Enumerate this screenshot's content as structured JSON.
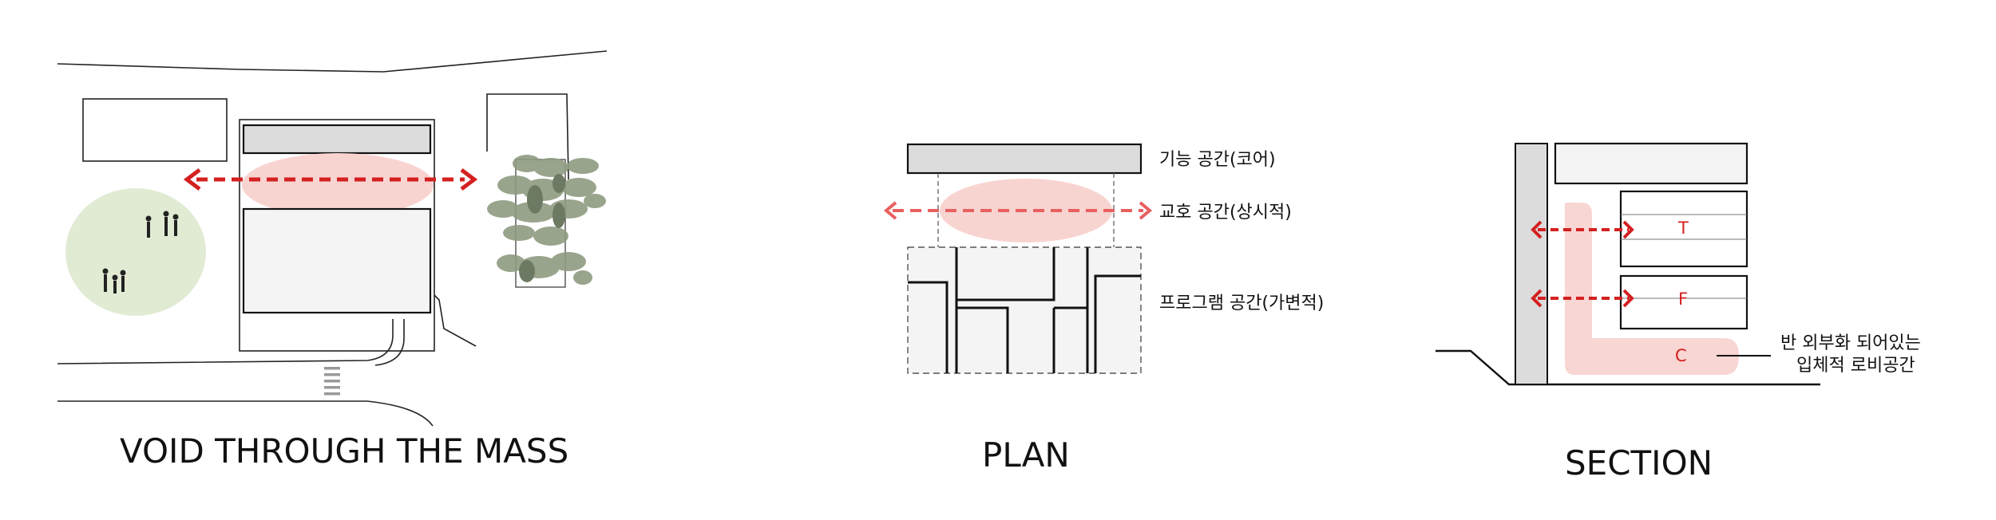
{
  "captions": {
    "void": "VOID THROUGH THE MASS",
    "plan": "PLAN",
    "section": "SECTION"
  },
  "plan_labels": {
    "function": "기능 공간(코어)",
    "exchange": "교호 공간(상시적)",
    "program": "프로그램 공간(가변적)"
  },
  "section_labels": {
    "unit_t": "T",
    "unit_f": "F",
    "unit_c": "C",
    "lobby_line1": "반 외부화 되어있는",
    "lobby_line2": "입체적 로비공간"
  },
  "colors": {
    "arrow_red": "#d42020",
    "soft_red": "#e8605f",
    "void_pink": "#f8d4d1",
    "green_circle": "#e1ebd4",
    "block_gray": "#dcdcdc",
    "light_gray": "#f4f4f4",
    "tree_green": "#8e9b80"
  }
}
